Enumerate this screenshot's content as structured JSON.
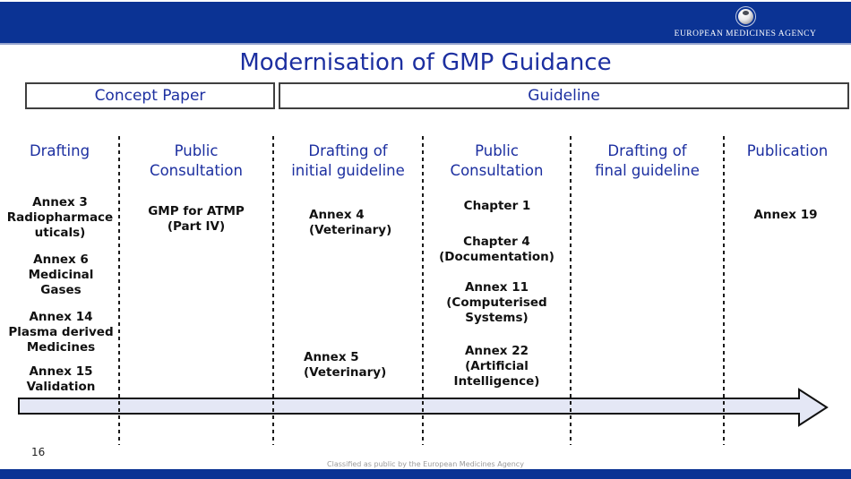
{
  "banner": {
    "agency_name": "EUROPEAN MEDICINES AGENCY"
  },
  "title": "Modernisation of GMP Guidance",
  "phases": {
    "concept_paper": "Concept Paper",
    "guideline": "Guideline"
  },
  "columns": [
    {
      "header": "Drafting",
      "items": [
        "Annex 3\nRadiopharmace\nuticals)",
        "Annex 6\nMedicinal\nGases",
        "Annex 14\nPlasma derived\nMedicines",
        "Annex 15\nValidation"
      ]
    },
    {
      "header": "Public\nConsultation",
      "items": [
        "GMP for ATMP\n(Part IV)"
      ]
    },
    {
      "header": "Drafting of\ninitial guideline",
      "items": [
        "Annex 4\n(Veterinary)",
        "Annex 5\n(Veterinary)"
      ]
    },
    {
      "header": "Public\nConsultation",
      "items": [
        "Chapter 1",
        "Chapter 4\n(Documentation)",
        "Annex 11\n(Computerised\nSystems)",
        "Annex 22\n(Artificial\nIntelligence)"
      ]
    },
    {
      "header": "Drafting of\nfinal guideline",
      "items": []
    },
    {
      "header": "Publication",
      "items": [
        "Annex 19"
      ]
    }
  ],
  "footer": {
    "page_number": "16",
    "classification": "Classified as public by the European Medicines Agency"
  },
  "colors": {
    "banner_blue": "#0b3394",
    "heading_blue": "#1c2fa0",
    "text_black": "#111111",
    "arrow_fill": "#e4e7f5",
    "divider_light": "#97a5ce",
    "footer_gray": "#9a9a9a"
  }
}
